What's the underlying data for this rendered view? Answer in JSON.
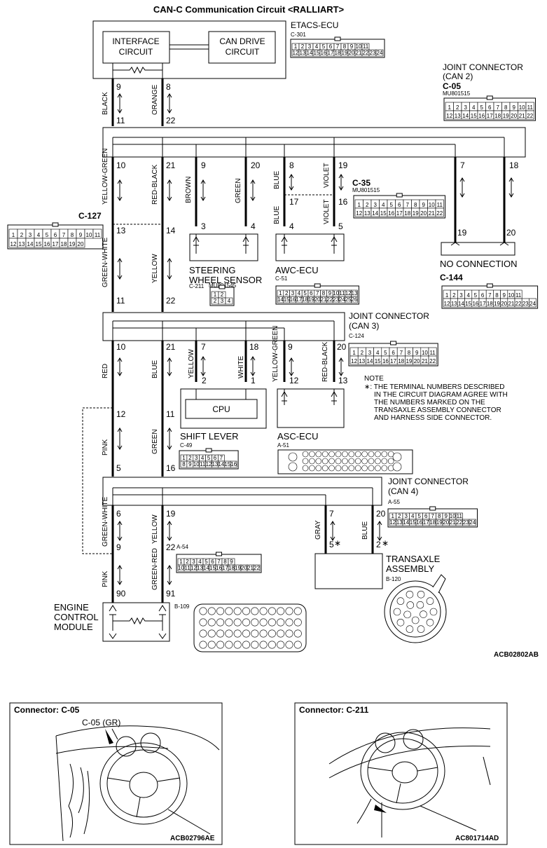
{
  "title": "CAN-C Communication Circuit <RALLIART>",
  "figure_code_main": "ACB02802AB",
  "etacs": {
    "name": "ETACS-ECU",
    "connector": "C-301",
    "interface_l1": "INTERFACE",
    "interface_l2": "CIRCUIT",
    "candrive_l1": "CAN DRIVE",
    "candrive_l2": "CIRCUIT",
    "pin_l": "9",
    "pin_r": "8",
    "wire_l": "BLACK",
    "wire_r": "ORANGE"
  },
  "c05": {
    "name_l1": "JOINT CONNECTOR",
    "name_l2": "(CAN 2)",
    "connector": "C-05",
    "part": "MU801515",
    "row1": [
      "1",
      "2",
      "3",
      "4",
      "5",
      "6",
      "7",
      "8",
      "9",
      "10",
      "11"
    ],
    "row2": [
      "12",
      "13",
      "14",
      "15",
      "16",
      "17",
      "18",
      "19",
      "20",
      "21",
      "22"
    ],
    "pins_top": [
      "11",
      "22"
    ],
    "pins_bottom": [
      "10",
      "21",
      "9",
      "20",
      "8",
      "19",
      "7",
      "18"
    ]
  },
  "wires_c05": {
    "w10": "YELLOW-GREEN",
    "w21": "RED-BLACK",
    "w9": "BROWN",
    "w20": "GREEN",
    "w8": "BLUE",
    "w19": "VIOLET",
    "w17": "BLUE",
    "w16": "VIOLET"
  },
  "c127": {
    "connector": "C-127",
    "row1": [
      "1",
      "2",
      "3",
      "4",
      "5",
      "6",
      "7",
      "8",
      "9",
      "10",
      "11"
    ],
    "row2": [
      "12",
      "13",
      "14",
      "15",
      "16",
      "17",
      "18",
      "19",
      "20"
    ],
    "pin13": "13",
    "pin14": "14",
    "pin11": "11",
    "pin22": "22",
    "wire_l": "GREEN-WHITE",
    "wire_r": "YELLOW"
  },
  "c35": {
    "connector": "C-35",
    "part": "MU801515",
    "row1": [
      "1",
      "2",
      "3",
      "4",
      "5",
      "6",
      "7",
      "8",
      "9",
      "10",
      "11"
    ],
    "row2": [
      "12",
      "13",
      "14",
      "15",
      "16",
      "17",
      "18",
      "19",
      "20",
      "21",
      "22"
    ],
    "pin17": "17",
    "pin16": "16"
  },
  "steering": {
    "name_l1": "STEERING",
    "name_l2": "WHEEL SENSOR",
    "connector": "C-211",
    "part": "MU801545",
    "pins": [
      "3",
      "4"
    ],
    "conn_pins": [
      "1",
      "2",
      "3",
      "4"
    ]
  },
  "awc": {
    "name": "AWC-ECU",
    "connector": "C-51",
    "pins": [
      "4",
      "5"
    ],
    "row1": [
      "1",
      "2",
      "3",
      "4",
      "5",
      "6",
      "7",
      "8",
      "9",
      "10",
      "11",
      "12",
      "13"
    ],
    "row2": [
      "14",
      "15",
      "16",
      "17",
      "18",
      "19",
      "20",
      "21",
      "22",
      "23",
      "24",
      "25",
      "26"
    ]
  },
  "noconn": {
    "label": "NO CONNECTION",
    "pins": [
      "19",
      "20"
    ],
    "connector": "C-144",
    "row1": [
      "1",
      "2",
      "3",
      "4",
      "5",
      "6",
      "7",
      "8",
      "9",
      "10",
      "11"
    ],
    "row2": [
      "12",
      "13",
      "14",
      "15",
      "16",
      "17",
      "18",
      "19",
      "20",
      "21",
      "22",
      "23",
      "24"
    ]
  },
  "c124": {
    "name_l1": "JOINT CONNECTOR",
    "name_l2": "(CAN 3)",
    "connector": "C-124",
    "row1": [
      "1",
      "2",
      "3",
      "4",
      "5",
      "6",
      "7",
      "8",
      "9",
      "10",
      "11"
    ],
    "row2": [
      "12",
      "13",
      "14",
      "15",
      "16",
      "17",
      "18",
      "19",
      "20",
      "21",
      "22"
    ],
    "pins_bottom": [
      "10",
      "21",
      "7",
      "18",
      "9",
      "20"
    ]
  },
  "wires_c124": {
    "w10": "RED",
    "w21": "BLUE",
    "w7": "YELLOW",
    "w18": "WHITE",
    "w9": "YELLOW-GREEN",
    "w20": "RED-BLACK"
  },
  "note": {
    "head": "NOTE",
    "l1": "∗: THE TERMINAL NUMBERS DESCRIBED",
    "l2": "IN THE CIRCUIT DIAGRAM AGREE WITH",
    "l3": "THE NUMBERS MARKED ON THE",
    "l4": "TRANSAXLE ASSEMBLY CONNECTOR",
    "l5": "AND HARNESS SIDE CONNECTOR."
  },
  "shift": {
    "name": "SHIFT LEVER",
    "cpu": "CPU",
    "connector": "C-49",
    "pins": [
      "2",
      "1"
    ],
    "row1": [
      "1",
      "2",
      "3",
      "4",
      "5",
      "6",
      "7"
    ],
    "row2": [
      "8",
      "9",
      "10",
      "11",
      "12",
      "13",
      "14",
      "15",
      "16"
    ]
  },
  "asc": {
    "name": "ASC-ECU",
    "connector": "A-51",
    "pins": [
      "12",
      "13"
    ]
  },
  "a54": {
    "pin12": "12",
    "pin11": "11",
    "pin5": "5",
    "pin16": "16",
    "wire_l": "PINK",
    "wire_r": "GREEN",
    "connector": "A-54",
    "row1": [
      "1",
      "2",
      "3",
      "4",
      "5",
      "6",
      "7",
      "8",
      "9"
    ],
    "row2": [
      "10",
      "11",
      "12",
      "13",
      "14",
      "15",
      "16",
      "17",
      "18",
      "19",
      "20",
      "21",
      "22"
    ]
  },
  "a55": {
    "name_l1": "JOINT CONNECTOR",
    "name_l2": "(CAN 4)",
    "connector": "A-55",
    "row1": [
      "1",
      "2",
      "3",
      "4",
      "5",
      "6",
      "7",
      "8",
      "9",
      "10",
      "11"
    ],
    "row2": [
      "12",
      "13",
      "14",
      "15",
      "16",
      "17",
      "18",
      "19",
      "20",
      "21",
      "22",
      "23",
      "24"
    ],
    "pins_bottom": [
      "6",
      "19",
      "7",
      "20"
    ],
    "wire_6": "GREEN-WHITE",
    "wire_19": "YELLOW",
    "wire_7": "GRAY",
    "wire_20": "BLUE"
  },
  "ecm": {
    "name_l1": "ENGINE",
    "name_l2": "CONTROL",
    "name_l3": "MODULE",
    "connector": "B-109",
    "pin9": "9",
    "pin22": "22",
    "pin90": "90",
    "pin91": "91",
    "wire_l": "PINK",
    "wire_r": "GREEN-RED"
  },
  "transaxle": {
    "name_l1": "TRANSAXLE",
    "name_l2": "ASSEMBLY",
    "connector": "B-120",
    "pin5": "5",
    "pin2": "2",
    "star": "∗"
  },
  "panel_left": {
    "title": "Connector: C-05",
    "callout": "C-05 (GR)",
    "code": "ACB02796AE"
  },
  "panel_right": {
    "title": "Connector: C-211",
    "code": "AC801714AD"
  }
}
